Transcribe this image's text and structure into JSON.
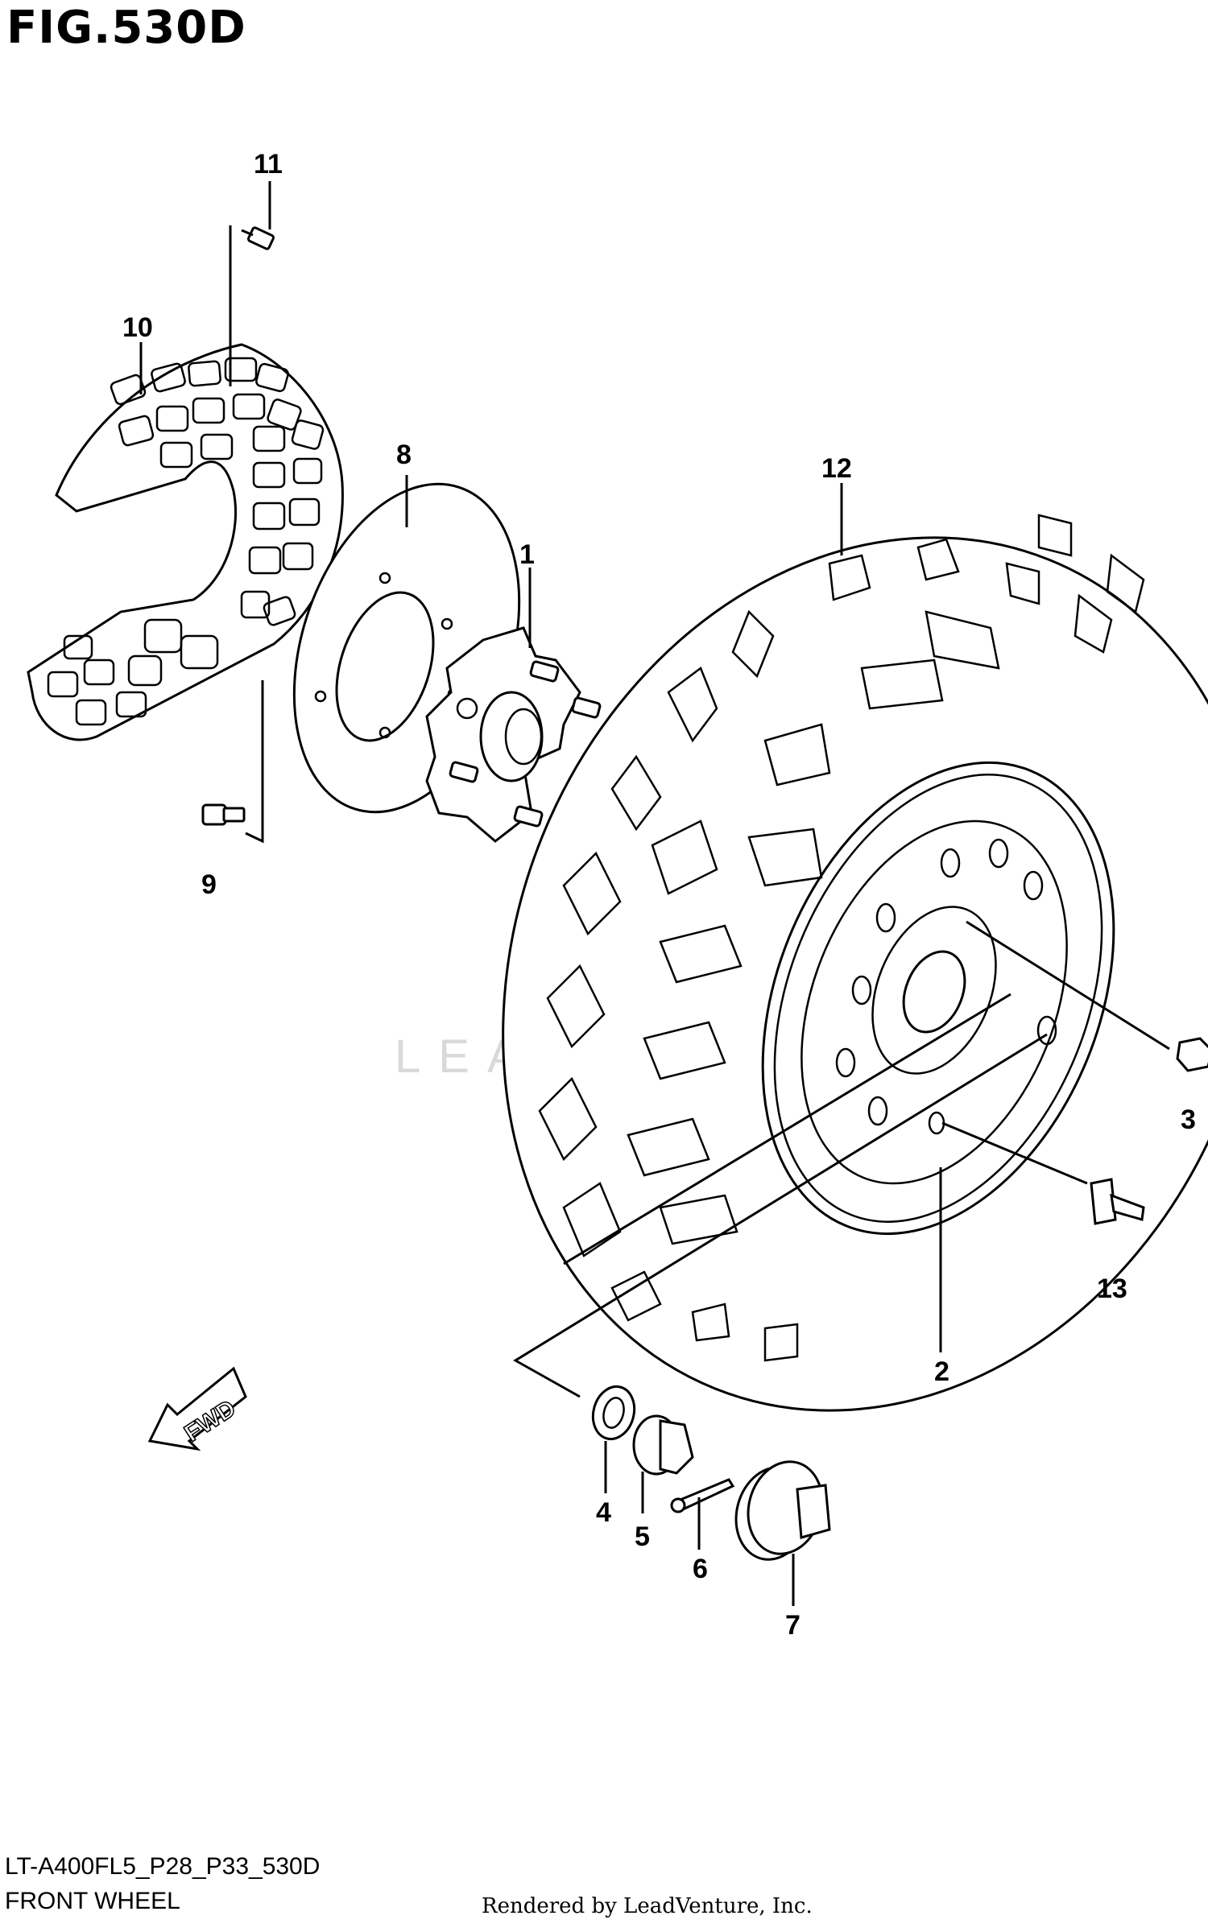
{
  "figure": {
    "title": "FIG.530D",
    "model_code": "LT-A400FL5_P28_P33_530D",
    "section_name": "FRONT WHEEL",
    "render_credit": "Rendered by LeadVenture, Inc.",
    "watermark": "LEADVENTURE",
    "fwd_label": "FWD"
  },
  "callouts": [
    "1",
    "2",
    "3",
    "4",
    "5",
    "6",
    "7",
    "8",
    "9",
    "10",
    "11",
    "12",
    "13"
  ]
}
